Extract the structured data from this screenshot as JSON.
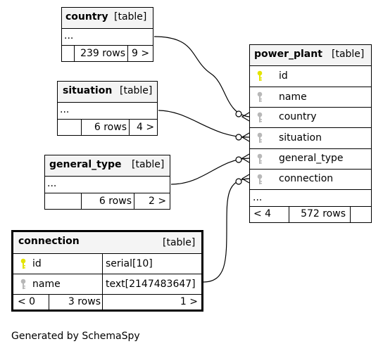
{
  "colors": {
    "primary_key": "#e4e400",
    "key": "#b8b8b8",
    "header_bg": "#f4f4f4"
  },
  "tables": {
    "country": {
      "name": "country",
      "tag": "[table]",
      "ellipsis": "...",
      "footer": {
        "rows": "239 rows",
        "refs": "9 >"
      }
    },
    "situation": {
      "name": "situation",
      "tag": "[table]",
      "ellipsis": "...",
      "footer": {
        "rows": "6 rows",
        "refs": "4 >"
      }
    },
    "general_type": {
      "name": "general_type",
      "tag": "[table]",
      "ellipsis": "...",
      "footer": {
        "rows": "6 rows",
        "refs": "2 >"
      }
    },
    "connection": {
      "name": "connection",
      "tag": "[table]",
      "columns": [
        {
          "name": "id",
          "type": "serial[10]",
          "key": "primary"
        },
        {
          "name": "name",
          "type": "text[2147483647]",
          "key": "index"
        }
      ],
      "footer": {
        "parents": "< 0",
        "rows": "3 rows",
        "refs": "1 >"
      }
    },
    "power_plant": {
      "name": "power_plant",
      "tag": "[table]",
      "columns": [
        {
          "name": "id",
          "key": "primary"
        },
        {
          "name": "name",
          "key": "index"
        },
        {
          "name": "country",
          "key": "index"
        },
        {
          "name": "situation",
          "key": "index"
        },
        {
          "name": "general_type",
          "key": "index"
        },
        {
          "name": "connection",
          "key": "index"
        }
      ],
      "ellipsis": "...",
      "footer": {
        "parents": "< 4",
        "rows": "572 rows"
      }
    }
  },
  "generated_by": "Generated by SchemaSpy"
}
